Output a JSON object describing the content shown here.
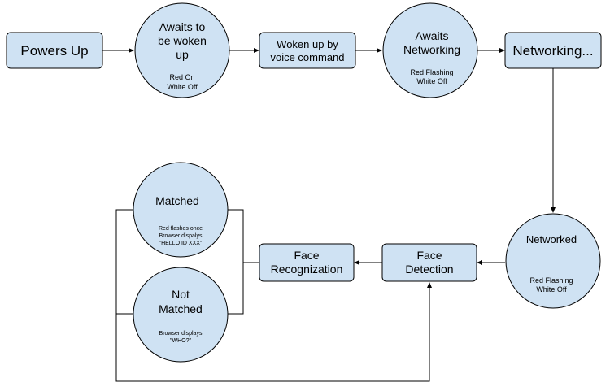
{
  "colors": {
    "node_fill": "#cfe2f3",
    "stroke": "#000000",
    "background": "#ffffff"
  },
  "nodes": {
    "powers_up": {
      "title": "Powers Up"
    },
    "awaits_woken": {
      "title_lines": [
        "Awaits to",
        "be woken",
        "up"
      ],
      "status_lines": [
        "Red On",
        "White Off"
      ]
    },
    "woken_up": {
      "title_lines": [
        "Woken up by",
        "voice command"
      ]
    },
    "awaits_networking": {
      "title_lines": [
        "Awaits",
        "Networking"
      ],
      "status_lines": [
        "Red Flashing",
        "White Off"
      ]
    },
    "networking": {
      "title": "Networking..."
    },
    "networked": {
      "title": "Networked",
      "status_lines": [
        "Red Flashing",
        "White Off"
      ]
    },
    "face_detection": {
      "title_lines": [
        "Face",
        "Detection"
      ]
    },
    "face_recognization": {
      "title_lines": [
        "Face",
        "Recognization"
      ]
    },
    "matched": {
      "title": "Matched",
      "status_lines": [
        "Red flashes once",
        "Browser dispalys",
        "\"HELLO ID XXX\""
      ]
    },
    "not_matched": {
      "title_lines": [
        "Not",
        "Matched"
      ],
      "status_lines": [
        "Browser displays",
        "\"WHO?\""
      ]
    }
  }
}
